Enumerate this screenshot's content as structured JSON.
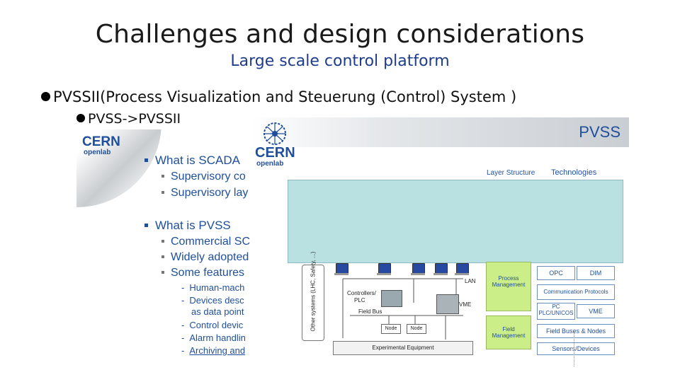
{
  "slide": {
    "title": "Challenges and design considerations",
    "subtitle": "Large scale control platform",
    "bullet_1": "PVSSII(Process Visualization and Steuerung (Control) System )",
    "bullet_1_1": "PVSS->PVSSII"
  },
  "left_image": {
    "logo_text": "CERN",
    "logo_sub": "openlab",
    "items": [
      "What is SCADA",
      "Supervisory co",
      "Supervisory lay",
      "What is PVSS",
      "Commercial SC",
      "Widely adopted",
      "Some features",
      "Human-mach",
      "Devices desc",
      "as data point",
      "Control devic",
      "Alarm handlin",
      "Archiving and"
    ]
  },
  "right_image": {
    "heading": "PVSS",
    "logo_text": "CERN",
    "logo_sub": "openlab",
    "col_layer": "Layer Structure",
    "col_tech": "Technologies",
    "labels": {
      "lan": "LAN",
      "controllers": "Controllers/",
      "plc": "PLC",
      "field_bus": "Field Bus",
      "vme": "VME",
      "node1": "Node",
      "node2": "Node",
      "experimental": "Experimental Equipment",
      "other_systems": "Other systems (LHC, Safety, ...)"
    },
    "layers": {
      "process_management": "Process Management",
      "field_management": "Field Management"
    },
    "technologies": {
      "opc": "OPC",
      "dim": "DIM",
      "comm": "Communication Protocols",
      "plc_unicos_top": "PC",
      "plc_unicos": "PLC/UNICOS",
      "vme": "VME",
      "field_buses": "Field Buses & Nodes",
      "sensors": "Sensors/Devices"
    }
  },
  "colors": {
    "title": "#1a1a1a",
    "subtitle": "#1f3d8a",
    "cern_blue": "#1f4f9c",
    "teal": "#b9e1e1",
    "green": "#ccee88"
  }
}
